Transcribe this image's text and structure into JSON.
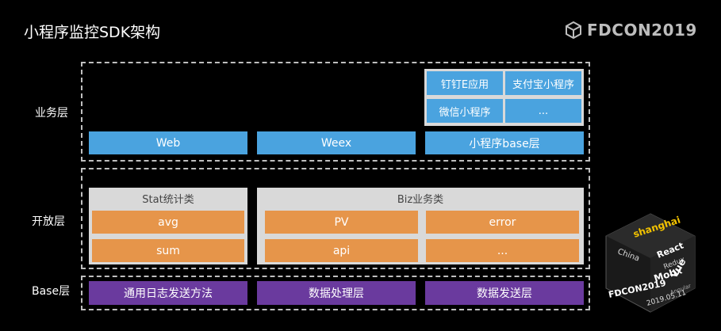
{
  "title": "小程序监控SDK架构",
  "brand": {
    "name": "FDCON2019",
    "icon": "cube-logo-icon"
  },
  "layers": {
    "business": {
      "label": "业务层",
      "miniapps": [
        "钉钉E应用",
        "支付宝小程序",
        "微信小程序",
        "..."
      ],
      "platforms": [
        "Web",
        "Weex",
        "小程序base层"
      ]
    },
    "open": {
      "label": "开放层",
      "stat": {
        "title": "Stat统计类",
        "items": [
          "avg",
          "sum"
        ]
      },
      "biz": {
        "title": "Biz业务类",
        "items": [
          "PV",
          "error",
          "api",
          "..."
        ]
      }
    },
    "base": {
      "label": "Base层",
      "items": [
        "通用日志发送方法",
        "数据处理层",
        "数据发送层"
      ]
    }
  },
  "decoration": {
    "cube_words": [
      "shanghai",
      "React",
      "Redux",
      "Vue",
      "Mobx",
      "Angular",
      "China"
    ],
    "cube_caption": "FDCON2019",
    "cube_date": "2019.05.11"
  },
  "colors": {
    "background": "#000000",
    "platform_blue": "#4aa3df",
    "item_orange": "#e6954a",
    "base_purple": "#6a3a9e",
    "panel_gray": "#d9d9d9",
    "frame_gray": "#bfbfbf"
  }
}
